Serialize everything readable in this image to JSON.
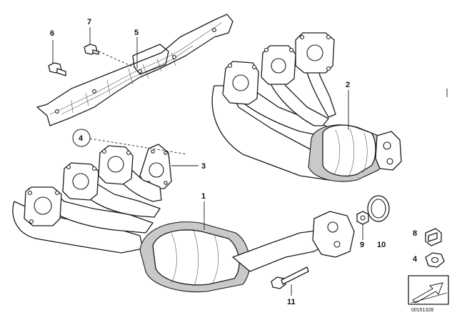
{
  "diagram_id": "00151328",
  "callouts": {
    "c1": "1",
    "c2": "2",
    "c3": "3",
    "c4_circled": "4",
    "c4_legend": "4",
    "c5": "5",
    "c6": "6",
    "c7": "7",
    "c8": "8",
    "c9": "9",
    "c10": "10",
    "c11": "11"
  },
  "icons": [
    "heat-shield-icon",
    "exhaust-manifold-icon",
    "gasket-icon",
    "hex-bolt-icon",
    "hex-nut-icon",
    "clip-nut-icon",
    "seal-ring-icon",
    "arrow-icon"
  ]
}
